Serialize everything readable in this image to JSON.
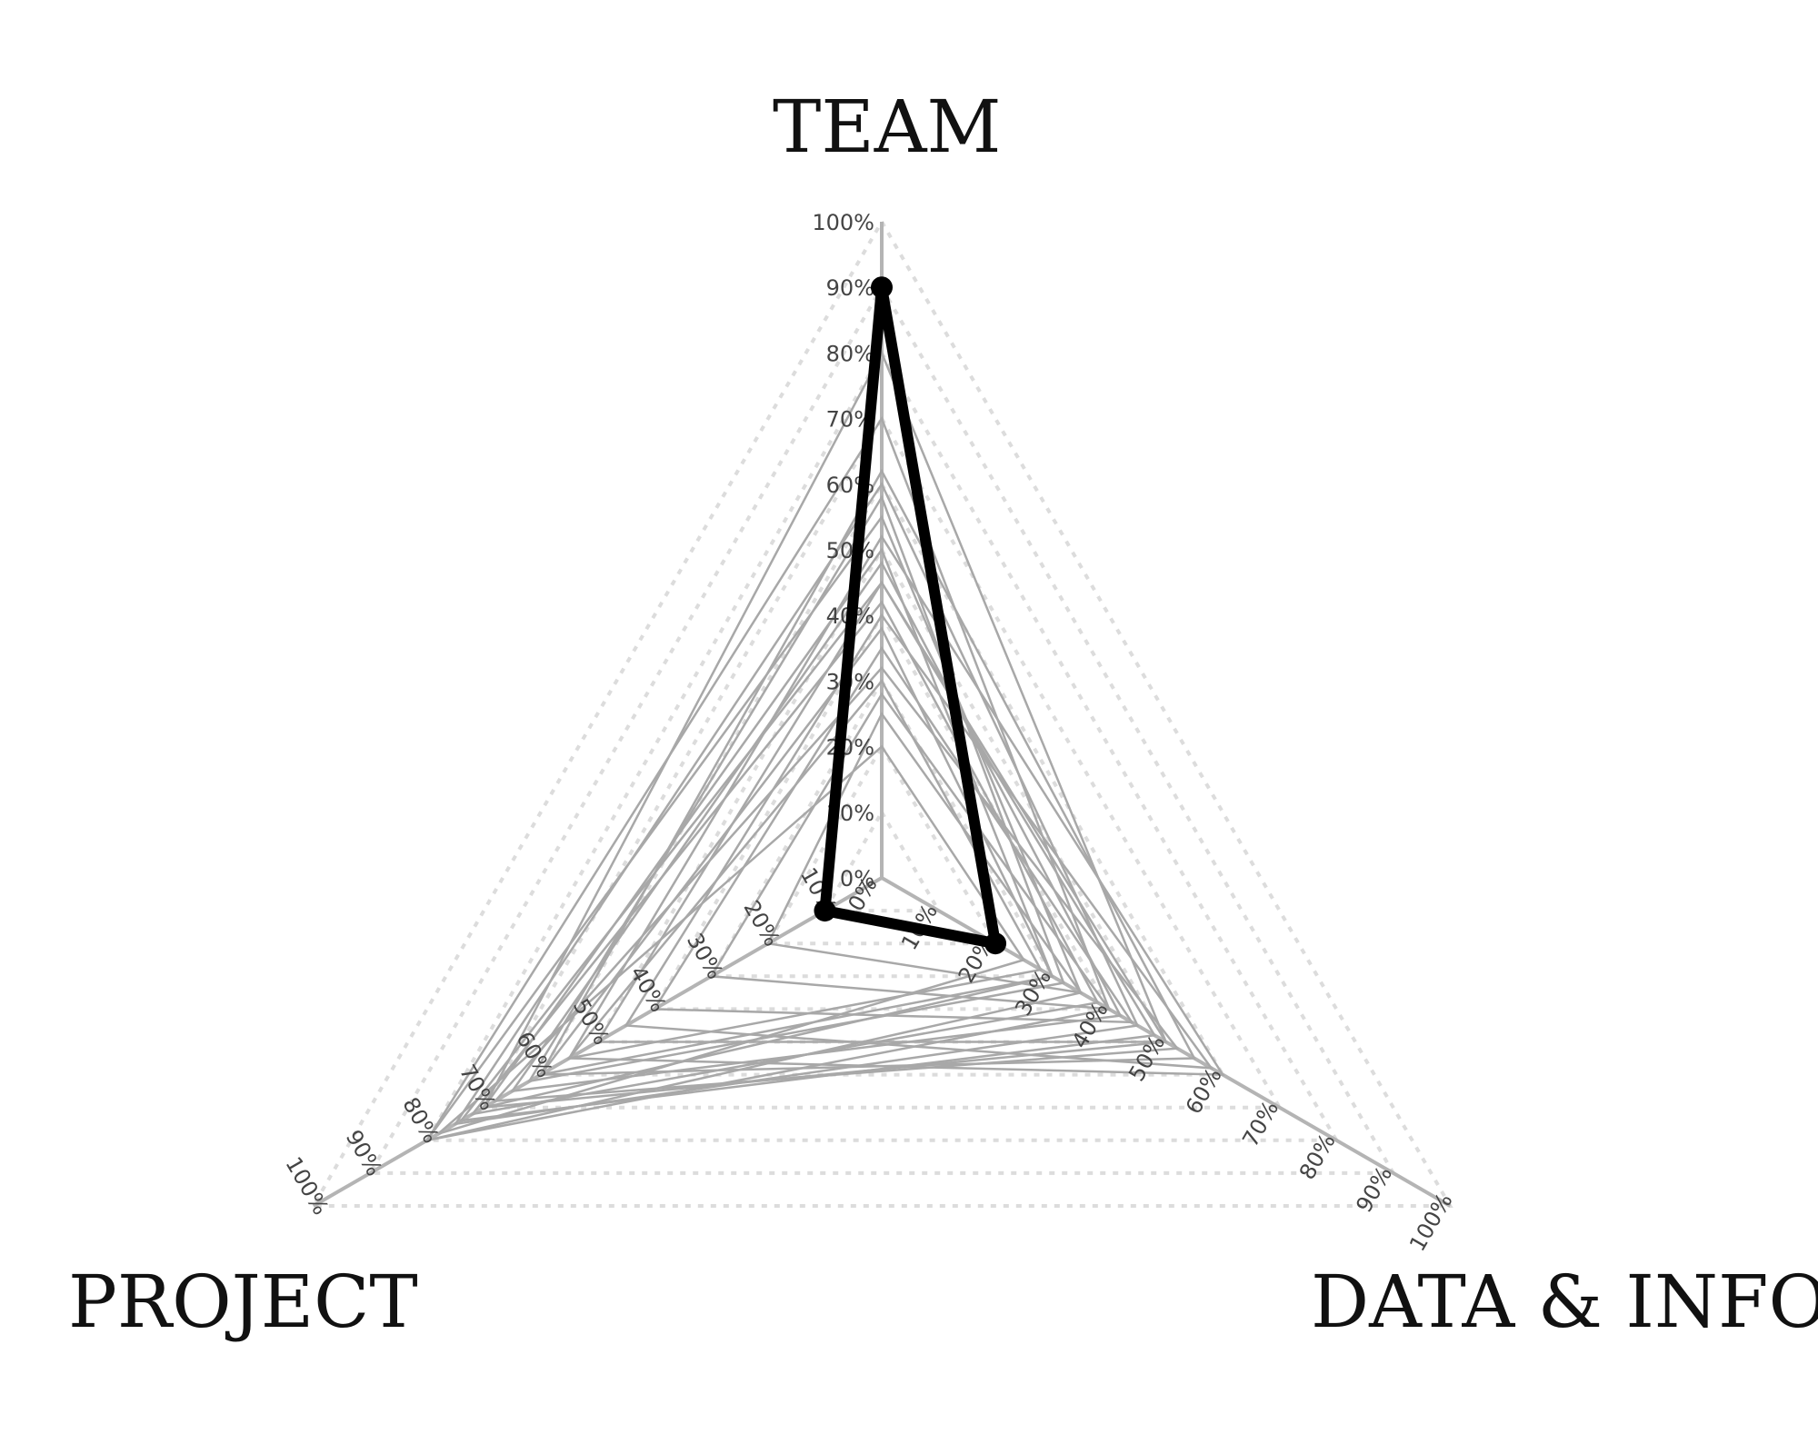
{
  "chart_data": {
    "type": "radar",
    "axes": [
      "TEAM",
      "DATA & INFO",
      "PROJECT"
    ],
    "ticks": [
      "0%",
      "10%",
      "20%",
      "30%",
      "40%",
      "50%",
      "60%",
      "70%",
      "80%",
      "90%",
      "100%"
    ],
    "range": [
      0,
      100
    ],
    "grid": "dashed",
    "highlight": {
      "values": [
        90,
        20,
        10
      ],
      "color": "#000000"
    },
    "background_series": [
      [
        80,
        50,
        70
      ],
      [
        70,
        40,
        80
      ],
      [
        62,
        55,
        60
      ],
      [
        60,
        45,
        75
      ],
      [
        55,
        35,
        80
      ],
      [
        52,
        60,
        55
      ],
      [
        50,
        30,
        70
      ],
      [
        48,
        42,
        65
      ],
      [
        45,
        50,
        50
      ],
      [
        42,
        38,
        72
      ],
      [
        40,
        58,
        45
      ],
      [
        38,
        30,
        60
      ],
      [
        35,
        44,
        40
      ],
      [
        32,
        52,
        68
      ],
      [
        30,
        28,
        55
      ],
      [
        28,
        40,
        30
      ],
      [
        25,
        35,
        20
      ],
      [
        20,
        25,
        78
      ],
      [
        58,
        32,
        62
      ],
      [
        45,
        48,
        74
      ]
    ],
    "background_color": "#a8a8a8",
    "grid_color": "#dcdcdc",
    "axis_color": "#b4b4b4"
  }
}
